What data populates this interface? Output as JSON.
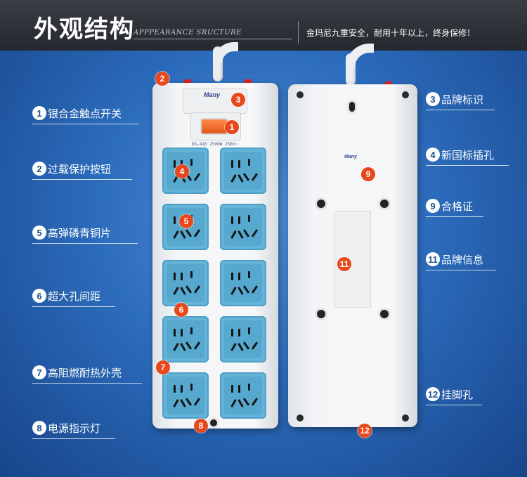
{
  "header": {
    "title": "外观结构",
    "subtitle": "APPPEARANCE SRUCTURE",
    "slogan": "金玛尼九重安全，耐用十年以上，终身保修！"
  },
  "left_labels": [
    {
      "num": "1",
      "text": "银合金触点开关"
    },
    {
      "num": "2",
      "text": "过载保护按钮"
    },
    {
      "num": "5",
      "text": "高弹磷青铜片"
    },
    {
      "num": "6",
      "text": "超大孔间距"
    },
    {
      "num": "7",
      "text": "高阻燃耐热外壳"
    },
    {
      "num": "8",
      "text": "电源指示灯"
    }
  ],
  "right_labels": [
    {
      "num": "3",
      "text": "品牌标识"
    },
    {
      "num": "4",
      "text": "新国标插孔"
    },
    {
      "num": "9",
      "text": "合格证"
    },
    {
      "num": "11",
      "text": "品牌信息"
    },
    {
      "num": "12",
      "text": "挂脚孔"
    }
  ],
  "product": {
    "brand": "Many",
    "model_rating": "DS-410   2500W  250V~"
  },
  "markers": {
    "m1": "1",
    "m2": "2",
    "m3": "3",
    "m4": "4",
    "m5": "5",
    "m6": "6",
    "m7": "7",
    "m8": "8",
    "m9": "9",
    "m11": "11",
    "m12": "12"
  }
}
